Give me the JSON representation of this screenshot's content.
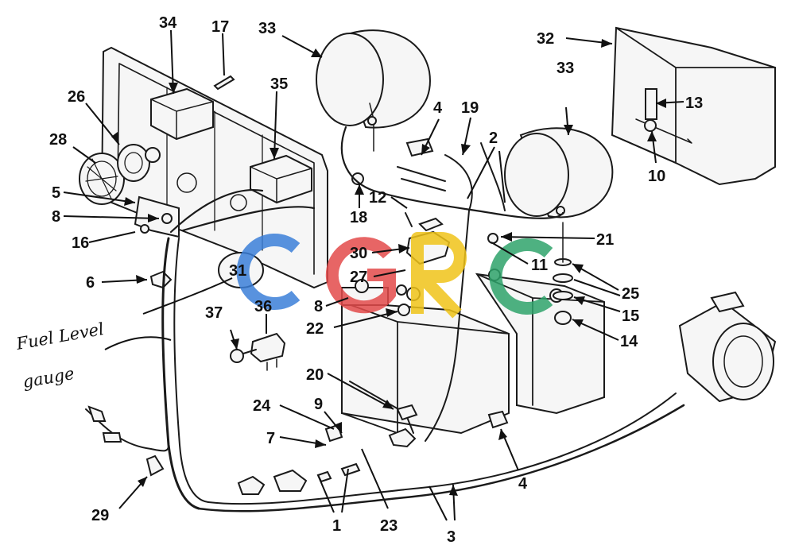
{
  "diagram": {
    "callouts": [
      {
        "id": "c34",
        "text": "34"
      },
      {
        "id": "c17",
        "text": "17"
      },
      {
        "id": "c33a",
        "text": "33"
      },
      {
        "id": "c35",
        "text": "35"
      },
      {
        "id": "c26",
        "text": "26"
      },
      {
        "id": "c28",
        "text": "28"
      },
      {
        "id": "c5",
        "text": "5"
      },
      {
        "id": "c8a",
        "text": "8"
      },
      {
        "id": "c16",
        "text": "16"
      },
      {
        "id": "c6",
        "text": "6"
      },
      {
        "id": "c31",
        "text": "31"
      },
      {
        "id": "c36",
        "text": "36"
      },
      {
        "id": "c37",
        "text": "37"
      },
      {
        "id": "c4a",
        "text": "4"
      },
      {
        "id": "c19",
        "text": "19"
      },
      {
        "id": "c2",
        "text": "2"
      },
      {
        "id": "c12",
        "text": "12"
      },
      {
        "id": "c18",
        "text": "18"
      },
      {
        "id": "c30",
        "text": "30"
      },
      {
        "id": "c27",
        "text": "27"
      },
      {
        "id": "c8b",
        "text": "8"
      },
      {
        "id": "c22",
        "text": "22"
      },
      {
        "id": "c20",
        "text": "20"
      },
      {
        "id": "c24",
        "text": "24"
      },
      {
        "id": "c9",
        "text": "9"
      },
      {
        "id": "c7",
        "text": "7"
      },
      {
        "id": "c29",
        "text": "29"
      },
      {
        "id": "c1",
        "text": "1"
      },
      {
        "id": "c23",
        "text": "23"
      },
      {
        "id": "c3",
        "text": "3"
      },
      {
        "id": "c4b",
        "text": "4"
      },
      {
        "id": "c32",
        "text": "32"
      },
      {
        "id": "c33b",
        "text": "33"
      },
      {
        "id": "c13",
        "text": "13"
      },
      {
        "id": "c10",
        "text": "10"
      },
      {
        "id": "c21",
        "text": "21"
      },
      {
        "id": "c11",
        "text": "11"
      },
      {
        "id": "c25",
        "text": "25"
      },
      {
        "id": "c15",
        "text": "15"
      },
      {
        "id": "c14",
        "text": "14"
      }
    ],
    "handwritten_note": {
      "line1": "Fuel Level",
      "line2": "gauge"
    }
  },
  "watermark": {
    "text": "CGRC",
    "colors": [
      "#3b7fd8",
      "#e34b4b",
      "#f0c419",
      "#2fa36b"
    ]
  }
}
